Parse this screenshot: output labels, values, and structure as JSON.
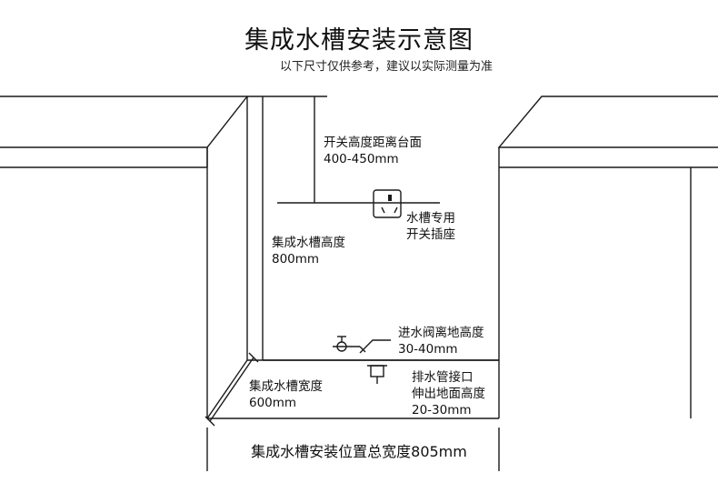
{
  "title": "集成水槽安装示意图",
  "subtitle": "以下尺寸仅供参考，建议以实际测量为准",
  "labels": {
    "switch_height": {
      "line1": "开关高度距离台面",
      "line2": "400-450mm"
    },
    "socket": {
      "line1": "水槽专用",
      "line2": "开关插座"
    },
    "sink_height": {
      "line1": "集成水槽高度",
      "line2": "800mm"
    },
    "inlet_valve": {
      "line1": "进水阀离地高度",
      "line2": "30-40mm"
    },
    "drain_pipe": {
      "line1": "排水管接口",
      "line2": "伸出地面高度",
      "line3": "20-30mm"
    },
    "sink_width": {
      "line1": "集成水槽宽度",
      "line2": "600mm"
    }
  },
  "total_width": "集成水槽安装位置总宽度805mm"
}
